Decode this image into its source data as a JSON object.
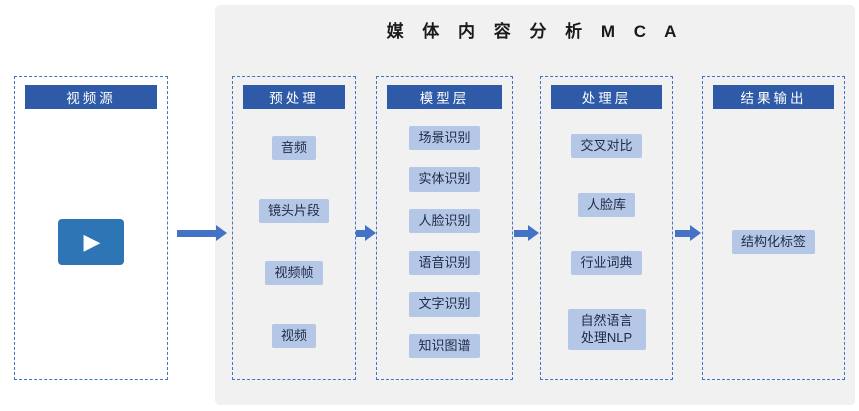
{
  "title": "媒 体 内 容 分 析 M C A",
  "columns": [
    {
      "header": "视频源",
      "items": []
    },
    {
      "header": "预处理",
      "items": [
        "音频",
        "镜头片段",
        "视频帧",
        "视频"
      ]
    },
    {
      "header": "模型层",
      "items": [
        "场景识别",
        "实体识别",
        "人脸识别",
        "语音识别",
        "文字识别",
        "知识图谱"
      ]
    },
    {
      "header": "处理层",
      "items": [
        "交叉对比",
        "人脸库",
        "行业词典",
        "自然语言处理NLP"
      ]
    },
    {
      "header": "结果输出",
      "items": [
        "结构化标签"
      ]
    }
  ],
  "icons": {
    "play": "▶"
  },
  "colors": {
    "header_bg": "#2E5AA7",
    "item_bg": "#B4C7E7",
    "arrow": "#4472C4",
    "border": "#4472C4",
    "panel_bg": "#F1F1F1",
    "play_button_bg": "#2E75B6"
  }
}
